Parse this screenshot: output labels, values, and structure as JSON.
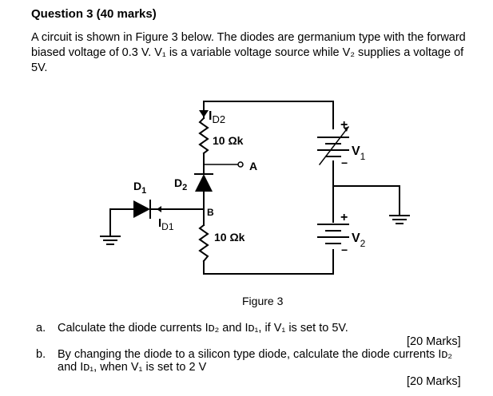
{
  "question": {
    "title": "Question 3 (40 marks)",
    "intro_lines": [
      "A circuit is shown in Figure 3 below. The diodes are germanium type with the forward",
      "biased voltage of 0.3 V. V₁ is a variable voltage source while V₂ supplies a voltage of",
      "5V."
    ]
  },
  "figure": {
    "caption": "Figure 3",
    "labels": {
      "id2_main": "I",
      "id2_sub": "D2",
      "r_top": "10 Ωk",
      "node_a": "A",
      "d1_main": "D",
      "d1_sub": "1",
      "d2_main": "D",
      "d2_sub": "2",
      "node_b": "B",
      "id1_main": "I",
      "id1_sub": "D1",
      "r_bottom": "10 Ωk",
      "v1_main": "V",
      "v1_sub": "1",
      "v2_main": "V",
      "v2_sub": "2",
      "plus": "+",
      "minus": "−"
    }
  },
  "parts": [
    {
      "letter": "a.",
      "lines": [
        "Calculate the diode currents Iᴅ₂ and Iᴅ₁, if V₁ is set to 5V."
      ],
      "marks": "[20 Marks]"
    },
    {
      "letter": "b.",
      "lines": [
        "By changing the diode to a silicon type diode, calculate the diode currents Iᴅ₂",
        "and Iᴅ₁, when V₁ is set to 2 V"
      ],
      "marks": "[20 Marks]"
    }
  ]
}
